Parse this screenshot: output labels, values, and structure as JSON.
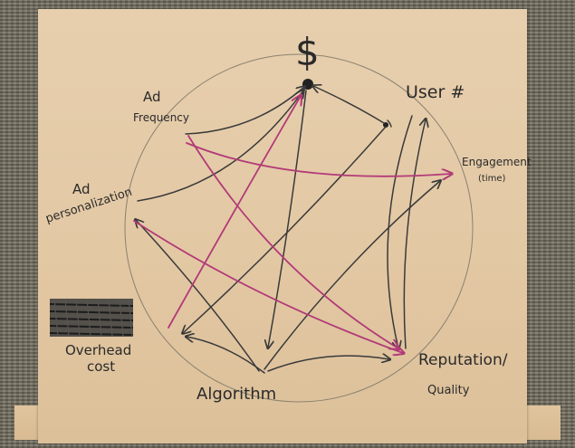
{
  "nodes": {
    "money": {
      "label": "$"
    },
    "user_count": {
      "label": "User #"
    },
    "engagement": {
      "label": "Engagement",
      "sublabel": "(time)"
    },
    "reputation": {
      "label": "Reputation/",
      "sublabel": "Quality"
    },
    "algorithm": {
      "label": "Algorithm"
    },
    "overhead": {
      "label": "Overhead",
      "sublabel": "cost"
    },
    "ad_personalization": {
      "label": "Ad",
      "sublabel": "personalization"
    },
    "ad_frequency": {
      "label": "Ad",
      "sublabel": "Frequency"
    }
  },
  "colors": {
    "ink": "#3a3a3a",
    "magenta": "#b23a78",
    "circle": "#8a8170",
    "paper": "#e4c9a5"
  }
}
